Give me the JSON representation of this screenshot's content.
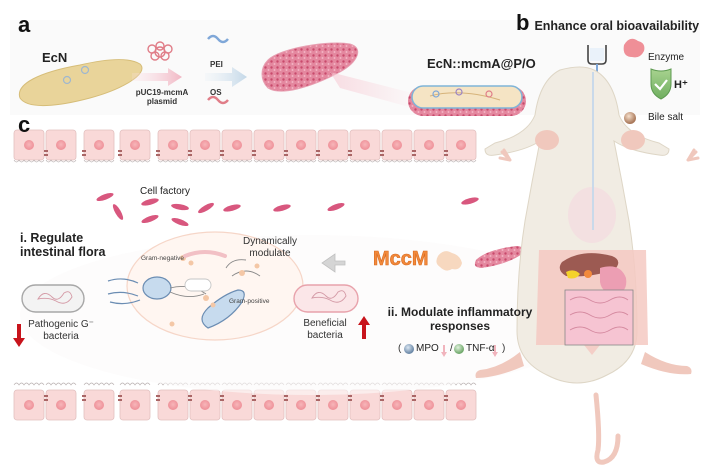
{
  "panels": {
    "a": {
      "letter": "a",
      "ecn_label": "EcN",
      "plasmid_label_line1": "pUC19-mcmA",
      "plasmid_label_line2": "plasmid",
      "pei_label": "PEI",
      "os_label": "OS",
      "product_label": "EcN::mcmA@P/O"
    },
    "b": {
      "letter": "b",
      "title": "Enhance oral bioavailability",
      "legend": {
        "enzyme": "Enzyme",
        "acid": "H⁺",
        "bile_salt": "Bile salt"
      }
    },
    "c": {
      "letter": "c",
      "cell_factory": "Cell factory",
      "regulate_line1": "i. Regulate",
      "regulate_line2": "intestinal flora",
      "gram_negative": "Gram-negative",
      "gram_positive": "Gram-positive",
      "dynamic_line1": "Dynamically",
      "dynamic_line2": "modulate",
      "mccm": "MccM",
      "pathogenic_line1": "Pathogenic G⁻",
      "pathogenic_line2": "bacteria",
      "beneficial_line1": "Beneficial",
      "beneficial_line2": "bacteria",
      "inflam_line1": "ii. Modulate inflammatory",
      "inflam_line2": "responses",
      "marker_mpo": "MPO",
      "marker_sep": "/",
      "marker_tnf": "TNF-α"
    }
  },
  "colors": {
    "cell_fill": "#f9d9d8",
    "nucleus": "#f2a1a6",
    "bacteria_pink": "#d8577e",
    "ecn_yellow": "#e9d49a",
    "down_arrow": "#c8141c",
    "up_arrow": "#c8141c",
    "mccm_orange": "#f28a3c",
    "shield_green": "#8cc07a",
    "mouse_body": "#f1ece3"
  }
}
